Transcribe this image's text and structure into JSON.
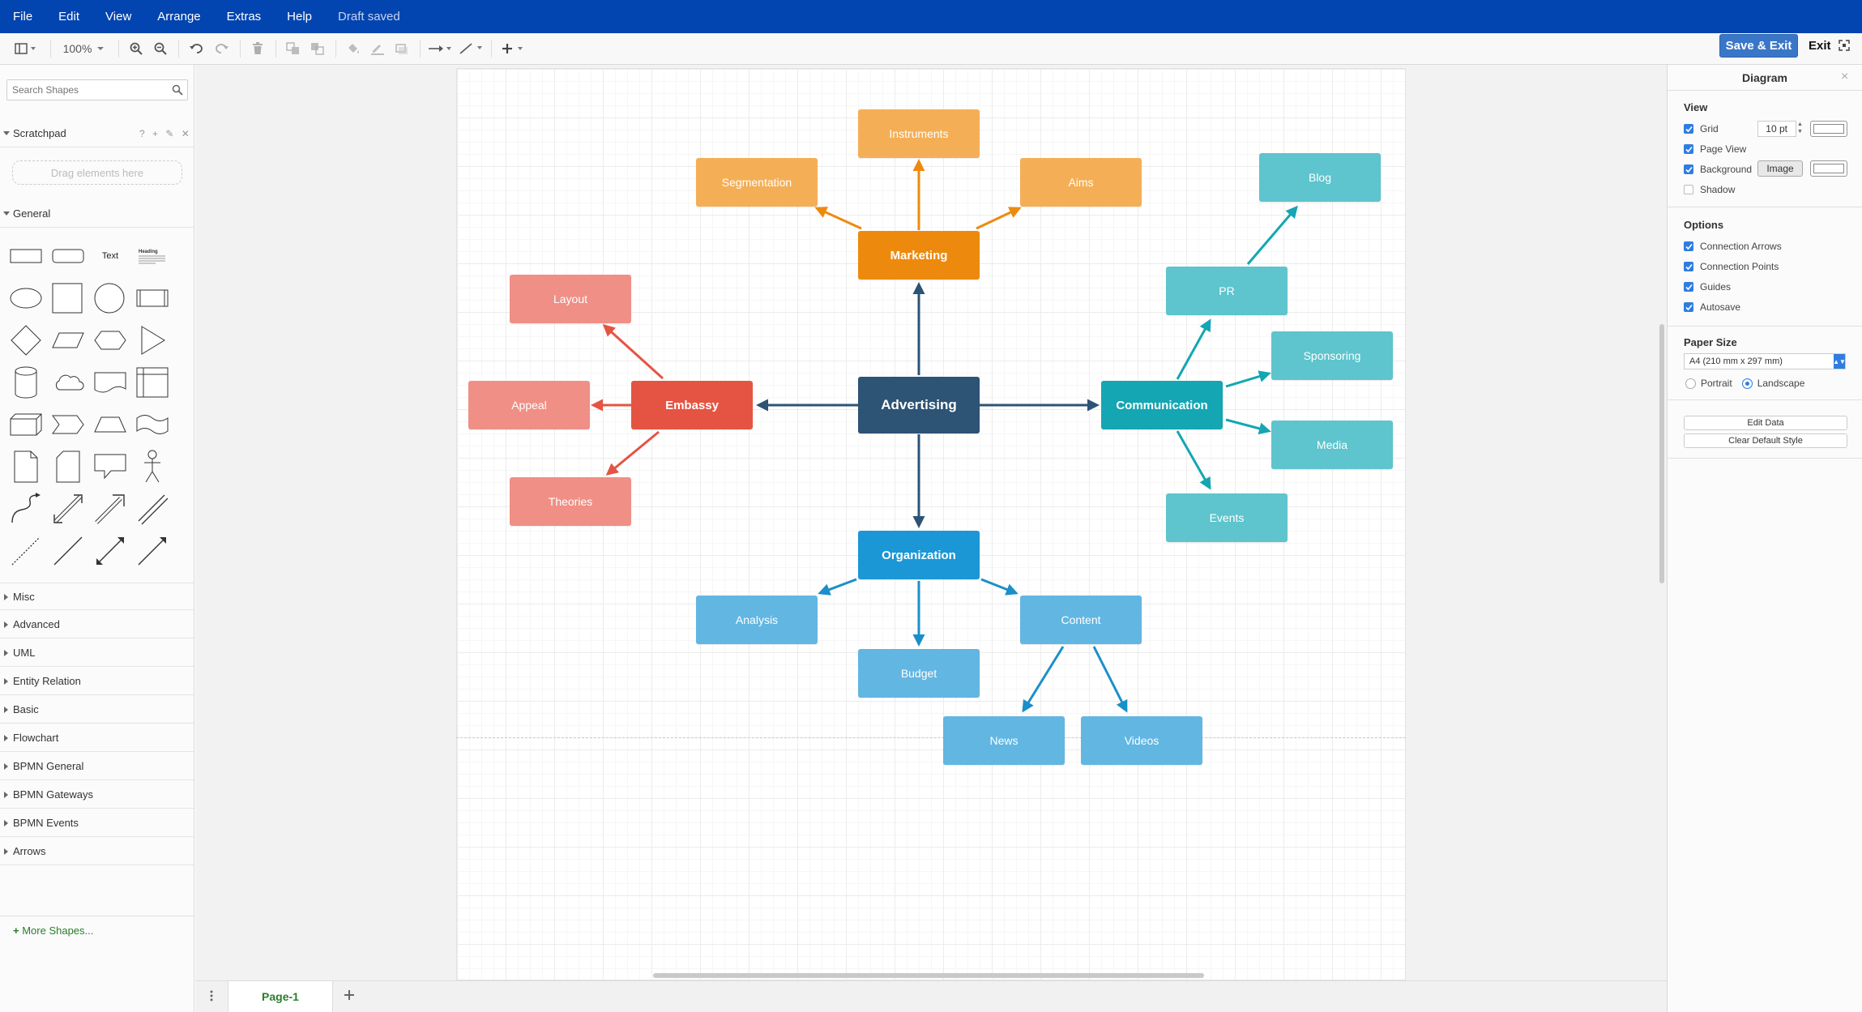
{
  "menubar": {
    "items": [
      "File",
      "Edit",
      "View",
      "Arrange",
      "Extras",
      "Help"
    ],
    "status": "Draft saved"
  },
  "toolbar": {
    "zoom": "100%",
    "save_exit_label": "Save & Exit",
    "exit_label": "Exit"
  },
  "sidebar": {
    "search_placeholder": "Search Shapes",
    "scratchpad": {
      "title": "Scratchpad",
      "tools": "? + ✎ ✕",
      "drop_hint": "Drag elements here"
    },
    "general_title": "General",
    "text_shape_label": "Text",
    "heading_shape_label": "Heading",
    "sections": [
      "Misc",
      "Advanced",
      "UML",
      "Entity Relation",
      "Basic",
      "Flowchart",
      "BPMN General",
      "BPMN Gateways",
      "BPMN Events",
      "Arrows"
    ],
    "more_shapes": "More Shapes..."
  },
  "diagram": {
    "colors": {
      "hub": "#2d5375",
      "marketing": "#ed8a0e",
      "marketing_child": "#f4af56",
      "embassy": "#e55442",
      "embassy_child": "#f08f85",
      "communication": "#14a6b2",
      "communication_child": "#5ec4cd",
      "organization": "#1b97d6",
      "organization_child": "#62b6e2"
    },
    "nodes": {
      "advertising": "Advertising",
      "marketing": "Marketing",
      "instruments": "Instruments",
      "segmentation": "Segmentation",
      "aims": "Aims",
      "embassy": "Embassy",
      "layout": "Layout",
      "appeal": "Appeal",
      "theories": "Theories",
      "communication": "Communication",
      "pr": "PR",
      "blog": "Blog",
      "sponsoring": "Sponsoring",
      "media": "Media",
      "events": "Events",
      "organization": "Organization",
      "analysis": "Analysis",
      "budget": "Budget",
      "content": "Content",
      "news": "News",
      "videos": "Videos"
    }
  },
  "pages": {
    "tabs": [
      "Page-1"
    ]
  },
  "format_panel": {
    "title": "Diagram",
    "view": {
      "heading": "View",
      "grid": "Grid",
      "grid_size": "10 pt",
      "page_view": "Page View",
      "background": "Background",
      "image_button": "Image",
      "shadow": "Shadow"
    },
    "options": {
      "heading": "Options",
      "connection_arrows": "Connection Arrows",
      "connection_points": "Connection Points",
      "guides": "Guides",
      "autosave": "Autosave"
    },
    "paper": {
      "heading": "Paper Size",
      "size": "A4 (210 mm x 297 mm)",
      "portrait": "Portrait",
      "landscape": "Landscape"
    },
    "edit_data": "Edit Data",
    "clear_default_style": "Clear Default Style"
  }
}
